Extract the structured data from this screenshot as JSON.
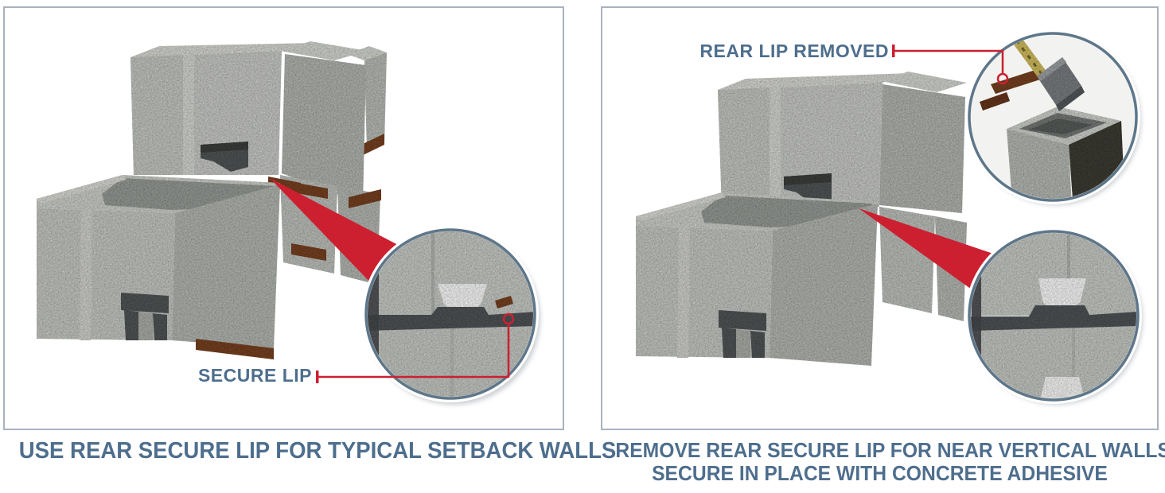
{
  "panels": {
    "left": {
      "callout_label": "SECURE LIP",
      "caption": "USE REAR SECURE LIP FOR TYPICAL SETBACK WALLS"
    },
    "right": {
      "callout_label": "REAR LIP REMOVED",
      "caption_line1": "REMOVE REAR SECURE LIP FOR NEAR VERTICAL WALLS",
      "caption_line2": "SECURE IN PLACE WITH CONCRETE ADHESIVE"
    }
  },
  "colors": {
    "accent_red": "#cc2030",
    "label_blue": "#4e6e8d",
    "circle_ring": "#5e7689",
    "panel_border": "#a9b2be",
    "lip_brown": "#7a4526",
    "concrete_light": "#d0d3ce",
    "concrete_mid": "#c7cac5",
    "concrete_dark": "#b6b9b4",
    "groove_dark": "#54585a"
  }
}
